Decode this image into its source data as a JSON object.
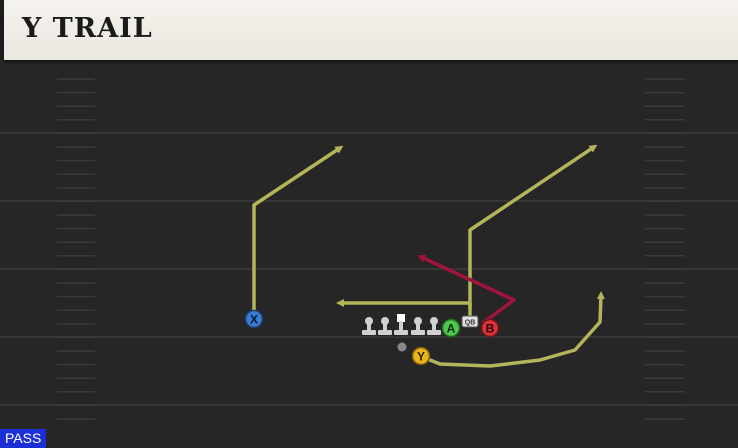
{
  "play": {
    "title": "Y TRAIL",
    "type_tag": "PASS"
  },
  "colors": {
    "field": "#262626",
    "yard_line": "#3c3c3c",
    "route_primary": "#b4b45a",
    "route_secondary": "#a0143c",
    "x_player": "#3a7bd5",
    "a_player": "#4ec94e",
    "b_player": "#d8323a",
    "y_player": "#e8b420",
    "pass_tag": "#1a2fd6"
  },
  "players": [
    {
      "id": "x",
      "label": "X",
      "role": "receiver",
      "color": "#3a7bd5"
    },
    {
      "id": "a",
      "label": "A",
      "role": "receiver",
      "color": "#4ec94e"
    },
    {
      "id": "b",
      "label": "B",
      "role": "running-back",
      "color": "#d8323a"
    },
    {
      "id": "y",
      "label": "Y",
      "role": "tight-end",
      "color": "#e8b420"
    },
    {
      "id": "qb",
      "label": "QB",
      "role": "quarterback"
    }
  ],
  "linemen_count": 5
}
